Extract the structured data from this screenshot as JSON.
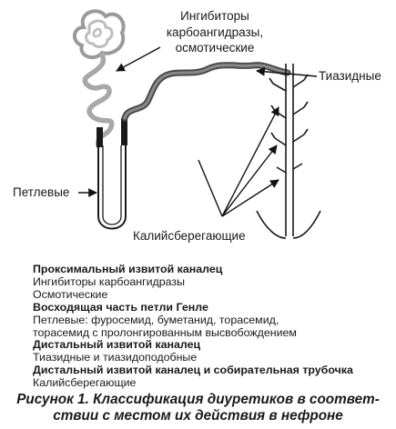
{
  "labels": {
    "inhibitors": [
      "Ингибиторы",
      "карбоангидразы,",
      "осмотические"
    ],
    "thiazide": "Тиазидные",
    "loop": "Петлевые",
    "k_sparing": "Калийсберегающие"
  },
  "legend": [
    {
      "text": "Проксимальный извитой каналец",
      "bold": true
    },
    {
      "text": "Ингибиторы карбоангидразы",
      "bold": false
    },
    {
      "text": "Осмотические",
      "bold": false
    },
    {
      "text": "Восходящая часть петли Генле",
      "bold": true
    },
    {
      "text": "Петлевые: фуросемид, буметанид, торасемид,",
      "bold": false
    },
    {
      "text": "торасемид с пролонгированным высвобождением",
      "bold": false
    },
    {
      "text": "Дистальный извитой каналец",
      "bold": true
    },
    {
      "text": "Тиазидные и тиазидоподобные",
      "bold": false
    },
    {
      "text": "Дистальный извитой каналец и собирательная трубочка",
      "bold": true
    },
    {
      "text": "Калийсберегающие",
      "bold": false
    }
  ],
  "caption": [
    "Рисунок 1. Классификация диуретиков в соответ-",
    "ствии с местом их действия в нефроне"
  ]
}
